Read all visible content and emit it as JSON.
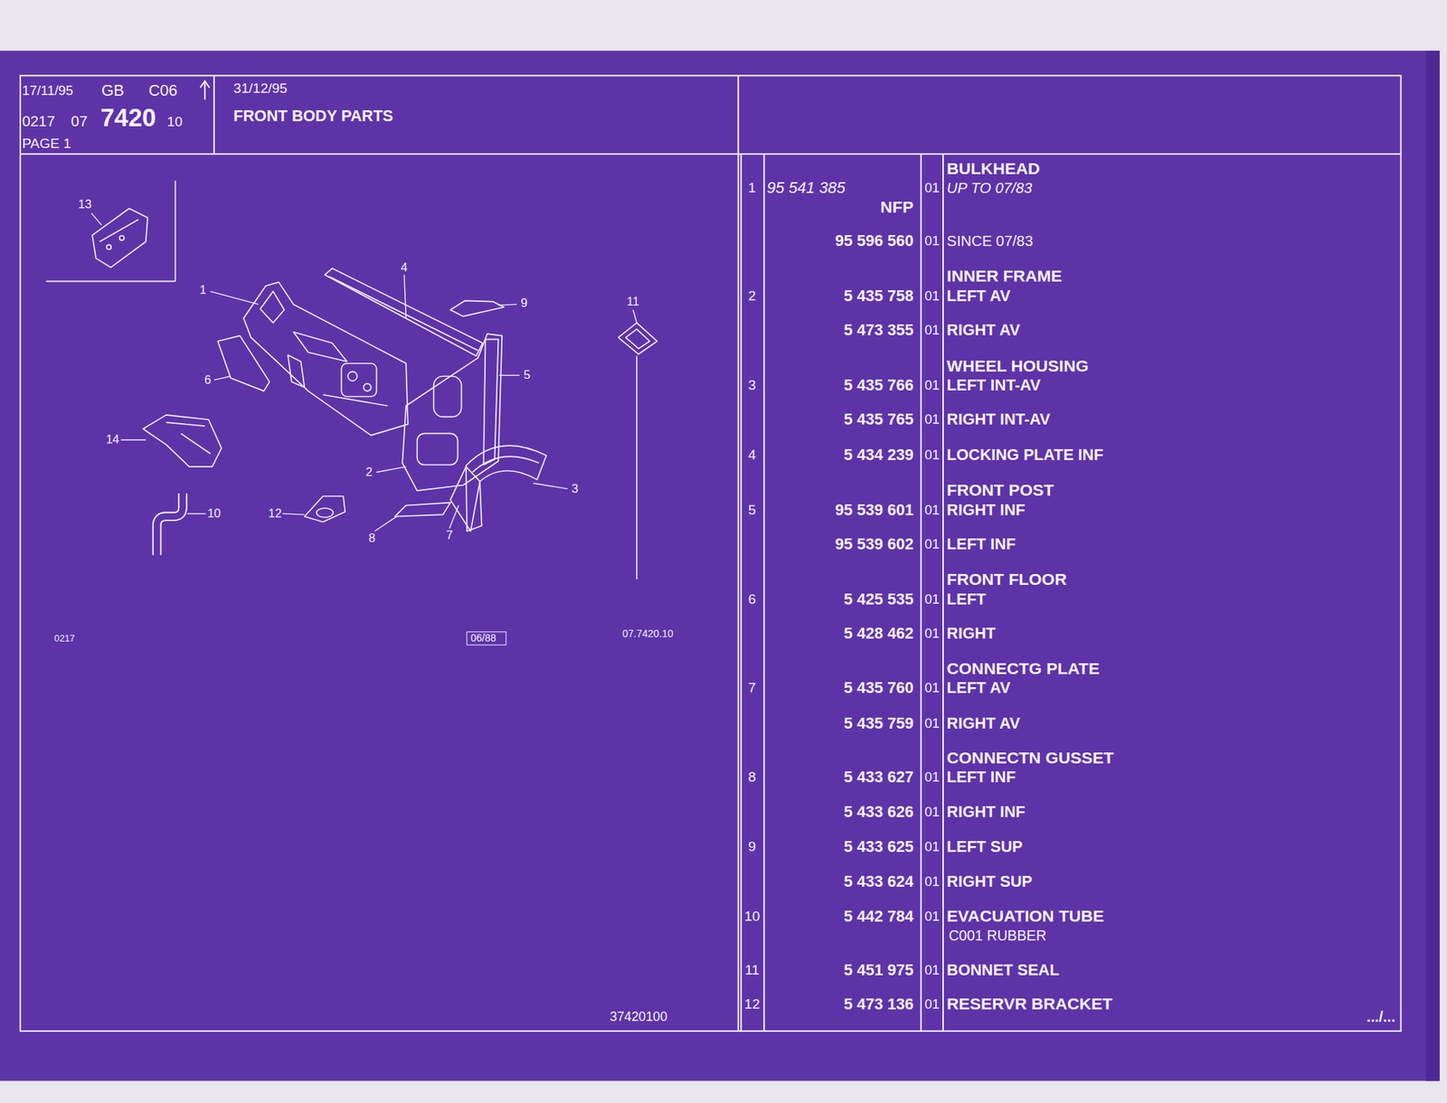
{
  "diagram": {
    "title": "FRONT BODY PARTS",
    "nodes": [
      {
        "text": [
          "17/11/95",
          "GB",
          "C06",
          "0217",
          "07",
          "7420",
          "10",
          "PAGE 1"
        ]
      },
      {
        "text": [
          "31/12/95"
        ]
      },
      {
        "text": [
          "06/88"
        ]
      }
    ],
    "labels": [
      "13",
      "1",
      "4",
      "9",
      "11",
      "6",
      "5",
      "14",
      "2",
      "3",
      "10",
      "12",
      "8",
      "7",
      "0217",
      "07.7420.10",
      "37420100",
      "BULKHEAD",
      "1",
      "95 541 385",
      "01",
      "UP TO 07/83",
      "NFP",
      "95 596 560",
      "01",
      "SINCE 07/83",
      "INNER FRAME",
      "2",
      "5 435 758",
      "01",
      "LEFT AV",
      "5 473 355",
      "01",
      "RIGHT AV",
      "WHEEL HOUSING",
      "3",
      "5 435 766",
      "01",
      "LEFT INT-AV",
      "5 435 765",
      "01",
      "RIGHT INT-AV",
      "4",
      "5 434 239",
      "01",
      "LOCKING PLATE INF",
      "FRONT POST",
      "5",
      "95 539 601",
      "01",
      "RIGHT INF",
      "95 539 602",
      "01",
      "LEFT INF",
      "FRONT FLOOR",
      "6",
      "5 425 535",
      "01",
      "LEFT",
      "5 428 462",
      "01",
      "RIGHT",
      "CONNECTG PLATE",
      "7",
      "5 435 760",
      "01",
      "LEFT AV",
      "5 435 759",
      "01",
      "RIGHT AV",
      "CONNECTN GUSSET",
      "8",
      "5 433 627",
      "01",
      "LEFT INF",
      "5 433 626",
      "01",
      "RIGHT INF",
      "9",
      "5 433 625",
      "01",
      "LEFT SUP",
      "5 433 624",
      "01",
      "RIGHT SUP",
      "10",
      "5 442 784",
      "01",
      "EVACUATION TUBE",
      "C001 RUBBER",
      "11",
      "5 451 975",
      "01",
      "BONNET SEAL",
      "12",
      "5 473 136",
      "01",
      "RESERVR BRACKET",
      ".../..."
    ]
  }
}
